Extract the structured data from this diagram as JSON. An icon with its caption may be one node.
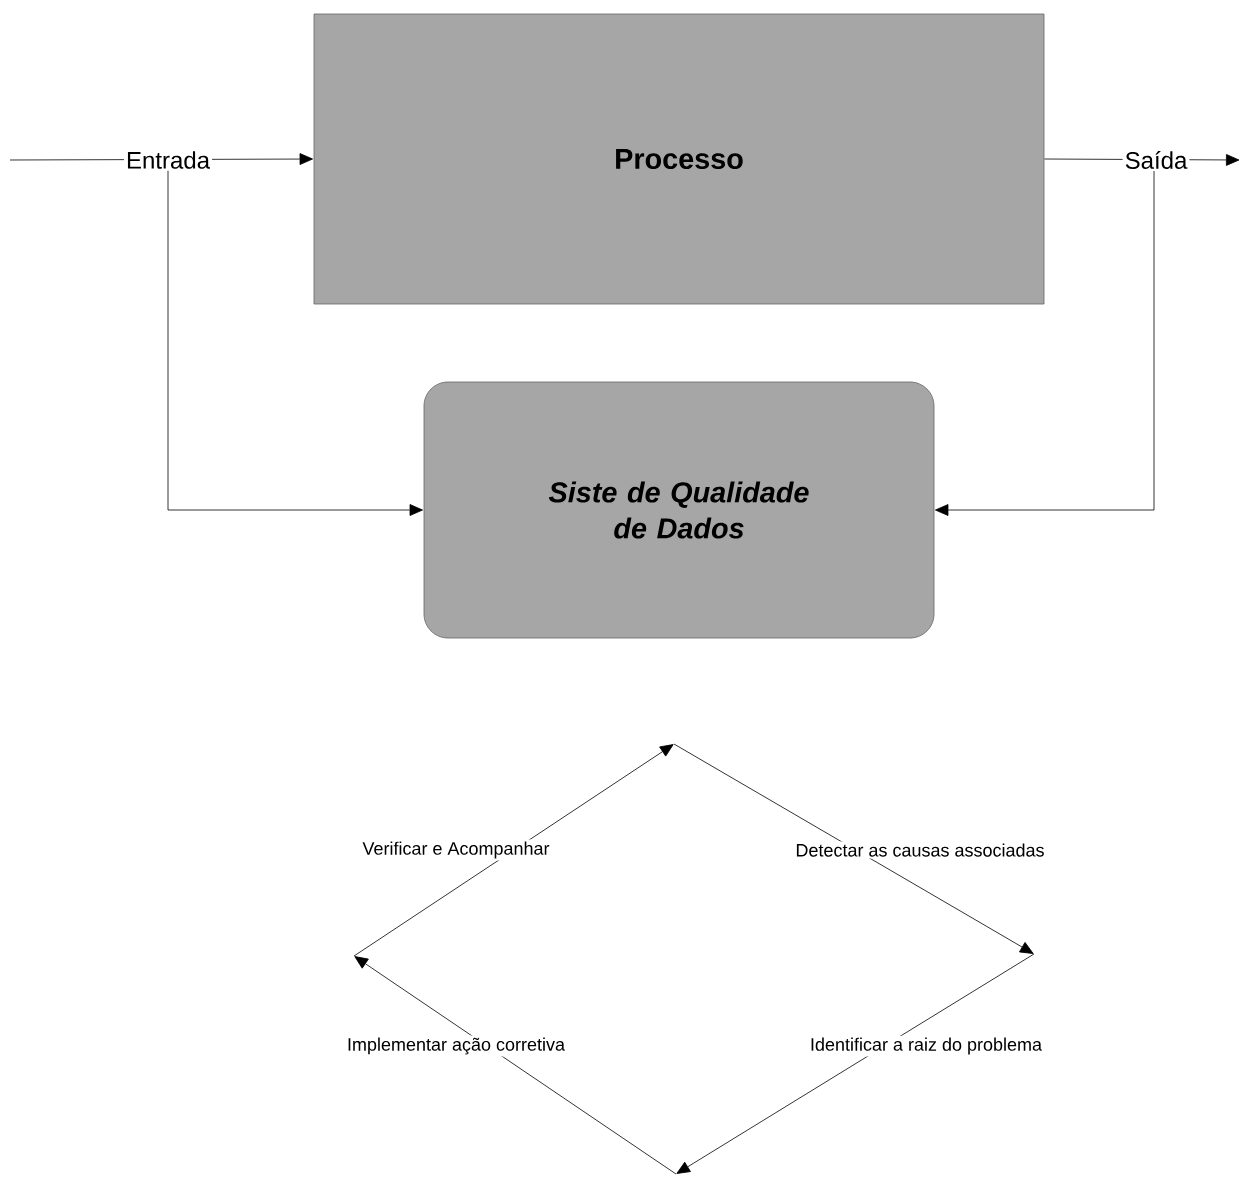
{
  "diagram": {
    "nodes": [
      {
        "text": [
          "Processo"
        ]
      },
      {
        "text": [
          "Siste de Qualidade de Dados"
        ]
      }
    ],
    "edges": [
      {
        "from": null,
        "to": 0,
        "arrow": "to",
        "label": "Entrada"
      },
      {
        "from": 0,
        "to": null,
        "arrow": "to",
        "label": "Saída"
      },
      {
        "from": null,
        "to": 1,
        "arrow": "to"
      },
      {
        "from": null,
        "to": 1,
        "arrow": "to"
      }
    ],
    "labels": [
      "Verificar e Acompanhar",
      "Detectar as causas associadas",
      "Implementar ação corretiva",
      "Identificar a raiz do problema"
    ]
  }
}
